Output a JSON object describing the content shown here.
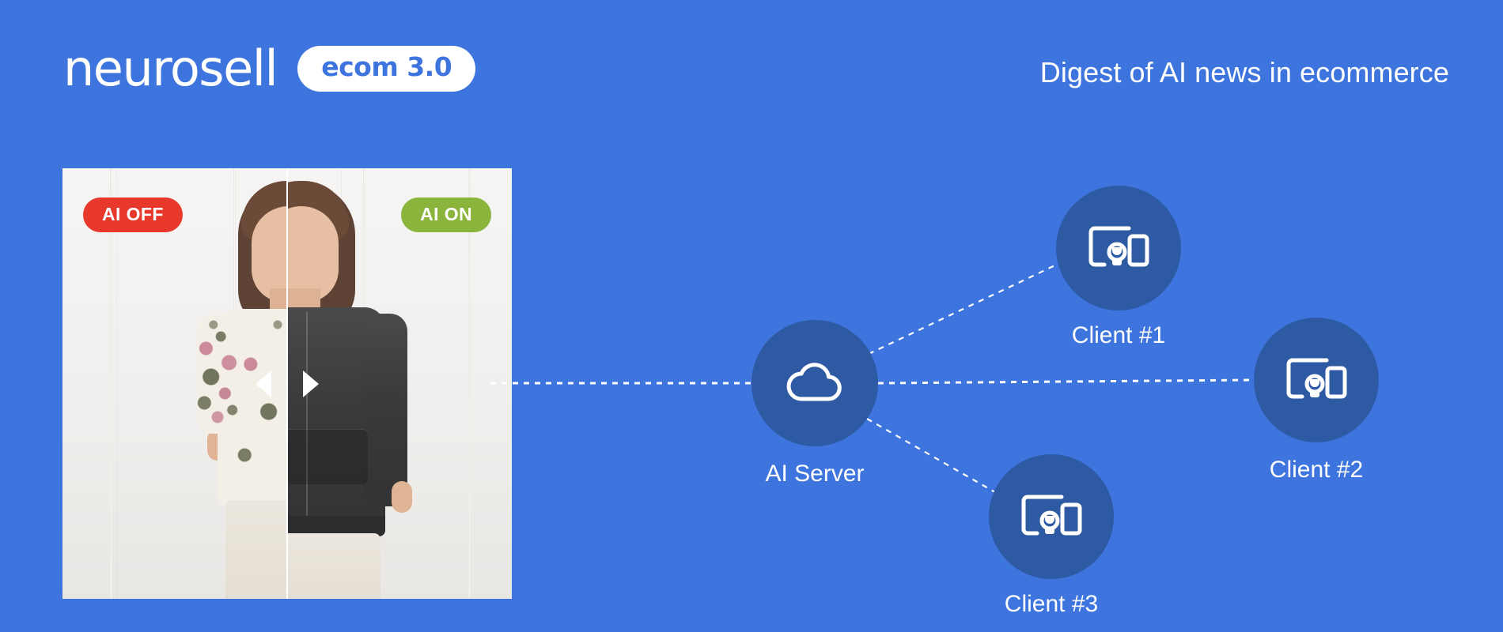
{
  "theme": {
    "background": "#3d74de",
    "node_fill": "#2e5aa4",
    "accent_white": "#ffffff",
    "badge_off_color": "#e8382b",
    "badge_on_color": "#8bb43c",
    "link_color": "#ffffff"
  },
  "header": {
    "wordmark": "neurosell",
    "product_badge": "ecom 3.0",
    "title": "Digest of AI news in ecommerce"
  },
  "comparison": {
    "badge_off": "AI OFF",
    "badge_on": "AI ON",
    "left_arrow_icon": "caret-left-icon",
    "right_arrow_icon": "caret-right-icon",
    "divider_name": "before-after-slider-handle"
  },
  "diagram": {
    "type": "network",
    "server": {
      "label": "AI Server",
      "icon": "cloud-icon"
    },
    "clients": [
      {
        "label": "Client #1",
        "icon": "devices-icon"
      },
      {
        "label": "Client #2",
        "icon": "devices-icon"
      },
      {
        "label": "Client #3",
        "icon": "devices-icon"
      }
    ],
    "links": [
      {
        "from": "photo-panel",
        "to": "AI Server",
        "style": "dashed"
      },
      {
        "from": "AI Server",
        "to": "Client #1",
        "style": "dashed"
      },
      {
        "from": "AI Server",
        "to": "Client #2",
        "style": "dashed"
      },
      {
        "from": "AI Server",
        "to": "Client #3",
        "style": "dashed"
      }
    ]
  }
}
